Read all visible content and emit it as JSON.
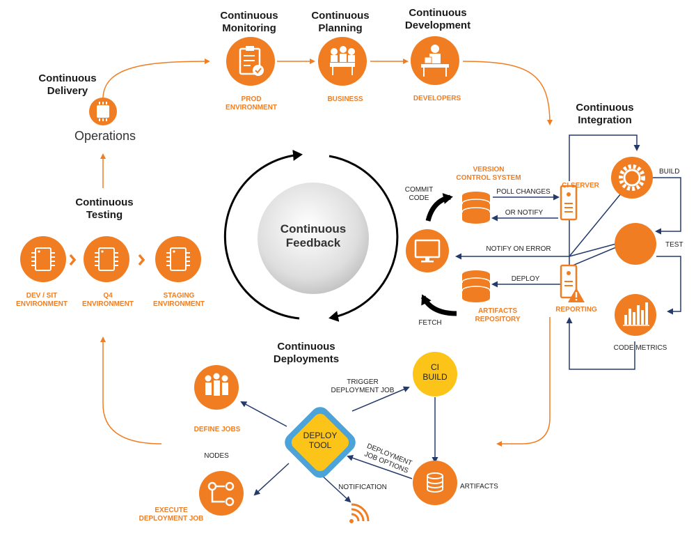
{
  "phases": {
    "delivery": "Continuous\nDelivery",
    "monitoring": "Continuous\nMonitoring",
    "planning": "Continuous\nPlanning",
    "development": "Continuous\nDevelopment",
    "integration": "Continuous\nIntegration",
    "testing": "Continuous\nTesting",
    "deployments": "Continuous\nDeployments"
  },
  "operations": "Operations",
  "center": "Continuous\nFeedback",
  "roles": {
    "prod_env": "PROD\nENVIRONMENT",
    "business": "BUSINESS",
    "developers": "DEVELOPERS"
  },
  "environments": [
    "DEV / SIT\nENVIRONMENT",
    "Q4\nENVIRONMENT",
    "STAGING\nENVIRONMENT"
  ],
  "ci": {
    "vcs": "VERSION\nCONTROL SYSTEM",
    "ci_server": "CI SERVER",
    "commit_code": "COMMIT\nCODE",
    "poll_changes": "POLL CHANGES",
    "or_notify": "OR NOTIFY",
    "notify_on_error": "NOTIFY ON ERROR",
    "deploy": "DEPLOY",
    "artifacts_repo": "ARTIFACTS\nREPOSITORY",
    "fetch": "FETCH",
    "reporting": "REPORTING",
    "build": "BUILD",
    "test": "TEST",
    "code_metrics": "CODE METRICS"
  },
  "deployment": {
    "trigger": "TRIGGER\nDEPLOYMENT JOB",
    "ci_build": "CI\nBUILD",
    "deploy_tool": "DEPLOY\nTOOL",
    "define_jobs": "DEFINE JOBS",
    "nodes": "NODES",
    "execute": "EXECUTE\nDEPLOYMENT JOB",
    "notification": "NOTIFICATION",
    "job_options": "DEPLOYMENT\nJOB OPTIONS",
    "artifacts": "ARTIFACTS"
  },
  "colors": {
    "orange": "#f07d22",
    "navy": "#233a6b",
    "yellow": "#fcc318",
    "blue": "#4ba3d9",
    "dark": "#1a1a1a"
  }
}
